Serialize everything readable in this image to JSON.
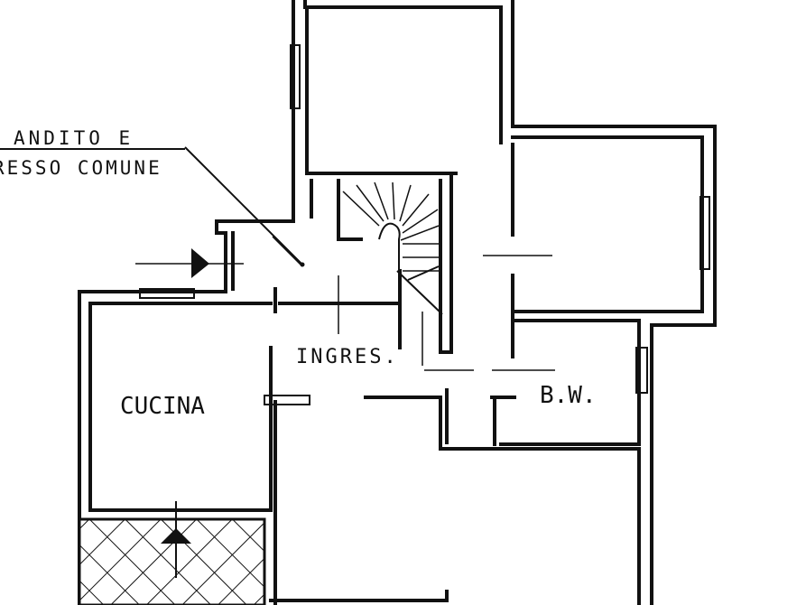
{
  "plan": {
    "labels": {
      "andito_line1": "ANDITO  E",
      "andito_line2": "RESSO  COMUNE",
      "ingresso": "INGRES.",
      "cucina": "CUCINA",
      "bagno": "B.W."
    }
  }
}
